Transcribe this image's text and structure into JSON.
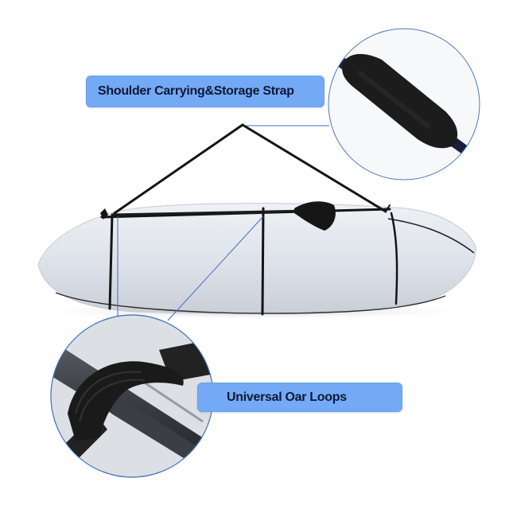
{
  "labels": {
    "strap": "Shoulder Carrying&Storage Strap",
    "oar": "Universal Oar Loops"
  },
  "colors": {
    "label_bg": "#74aaf5",
    "label_text": "#0e1736",
    "callout_line": "#3f6fb8",
    "bag": "#dfe3ea",
    "strap": "#141414"
  },
  "callouts": [
    {
      "name": "shoulder-strap-detail",
      "label_key": "strap"
    },
    {
      "name": "oar-loop-detail",
      "label_key": "oar"
    }
  ]
}
